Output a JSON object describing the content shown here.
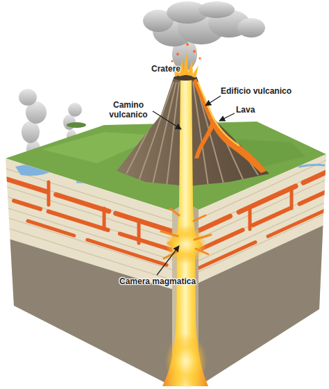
{
  "diagram": {
    "labels": [
      "Cratere",
      "Edificio vulcanico",
      "Camino vulcanico",
      "Lava",
      "Camera magmatica"
    ]
  }
}
